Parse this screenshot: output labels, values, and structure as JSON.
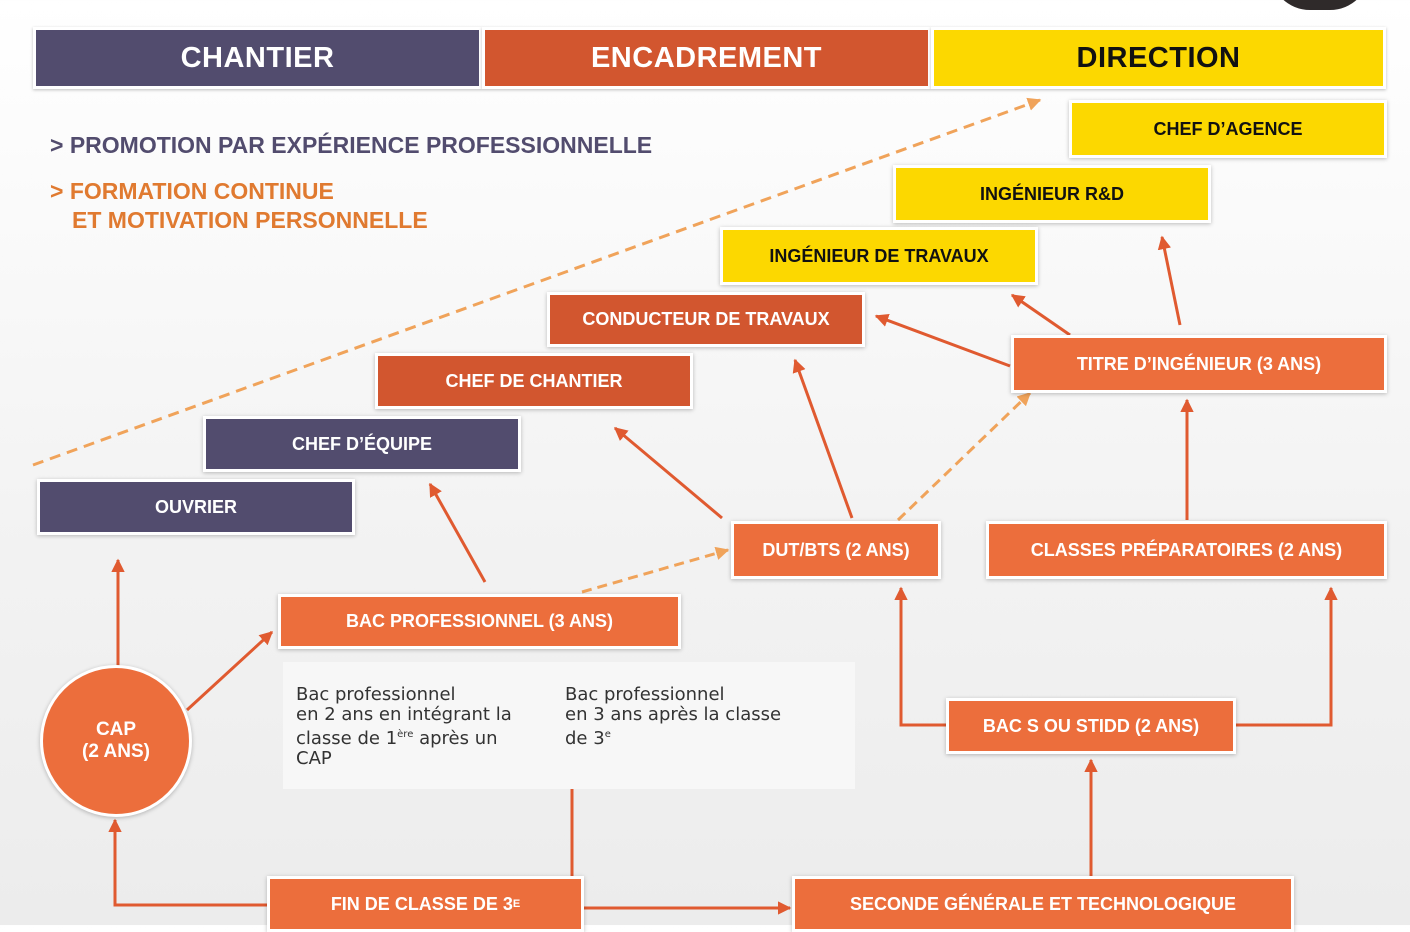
{
  "header": {
    "chantier": "CHANTIER",
    "encadrement": "ENCADREMENT",
    "direction": "DIRECTION"
  },
  "legend": {
    "line1": "> PROMOTION PAR EXPÉRIENCE PROFESSIONNELLE",
    "line2": "> FORMATION CONTINUE",
    "line3": "ET MOTIVATION PERSONNELLE"
  },
  "jobs": {
    "chef_agence": "CHEF D’AGENCE",
    "ingenieur_rd": "INGÉNIEUR R&D",
    "ingenieur_travaux": "INGÉNIEUR DE TRAVAUX",
    "conducteur_travaux": "CONDUCTEUR DE TRAVAUX",
    "chef_chantier": "CHEF DE CHANTIER",
    "chef_equipe": "CHEF D’ÉQUIPE",
    "ouvrier": "OUVRIER"
  },
  "formations": {
    "titre_ingenieur": "TITRE D’INGÉNIEUR (3 ANS)",
    "dut_bts": "DUT/BTS (2 ANS)",
    "classes_prepa": "CLASSES PRÉPARATOIRES (2 ANS)",
    "bac_pro": "BAC PROFESSIONNEL (3 ANS)",
    "bac_s": "BAC S OU STIDD (2 ANS)",
    "cap_line1": "CAP",
    "cap_line2": "(2 ANS)",
    "fin_3e": "FIN DE CLASSE DE 3",
    "fin_3e_sup": "E",
    "seconde": "SECONDE GÉNÉRALE ET TECHNOLOGIQUE"
  },
  "notes": {
    "left_l1": "Bac professionnel",
    "left_l2": "en 2 ans en intégrant la",
    "left_l3a": "classe de 1",
    "left_l3sup": "ère",
    "left_l3b": " après un",
    "left_l4": "CAP",
    "right_l1": "Bac professionnel",
    "right_l2": "en 3 ans après la classe",
    "right_l3a": "de 3",
    "right_l3sup": "e"
  },
  "colors": {
    "chantier": "#524c6e",
    "encadrement": "#d2562f",
    "direction": "#fcd800",
    "formation": "#ec6e3c",
    "dashed": "#f0a35a"
  }
}
